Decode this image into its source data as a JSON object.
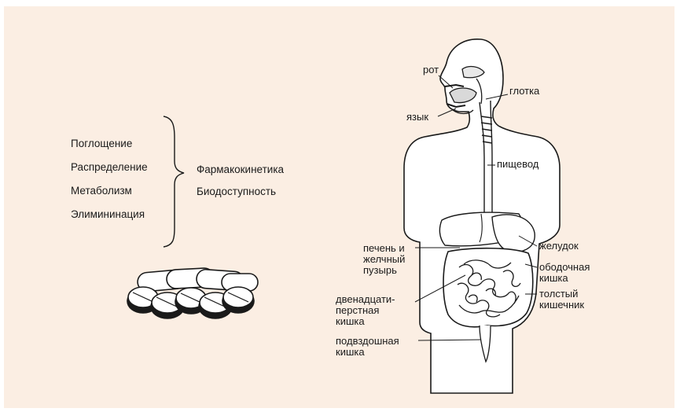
{
  "pk_processes": [
    "Поглощение",
    "Распределение",
    "Метаболизм",
    "Элимининация"
  ],
  "pk_terms": [
    "Фармакокинетика",
    "Биодоступность"
  ],
  "anatomy_labels": {
    "mouth": "рот",
    "pharynx": "глотка",
    "tongue": "язык",
    "esophagus": "пищевод",
    "stomach": "желудок",
    "liver_gallbladder": "печень и\nжелчный\nпузырь",
    "colon": "ободочная\nкишка",
    "large_intestine": "толстый\nкишечник",
    "duodenum": "двенадцати-\nперстная\nкишка",
    "ileum": "подвздошная\nкишка"
  },
  "colors": {
    "background": "#fbeee3",
    "ink": "#1a1a1a",
    "body_fill": "#ffffff"
  }
}
